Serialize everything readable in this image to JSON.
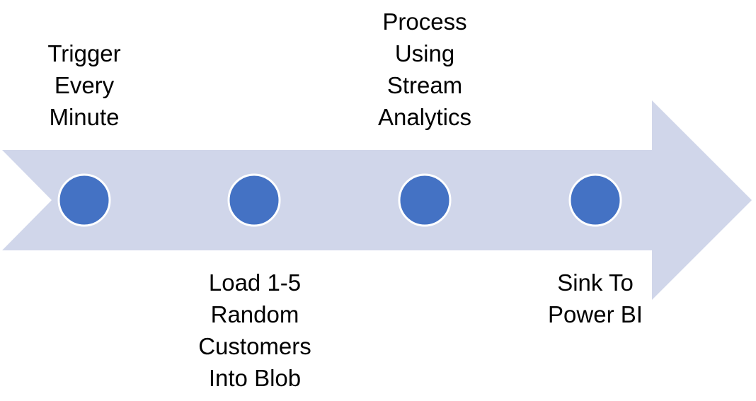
{
  "colors": {
    "arrow_fill": "#D0D6EA",
    "marker_fill": "#4472C4",
    "marker_stroke": "#FFFFFF",
    "text": "#000000"
  },
  "steps": [
    {
      "position": "above",
      "label_lines": [
        "Trigger",
        "Every",
        "Minute"
      ]
    },
    {
      "position": "below",
      "label_lines": [
        "Load 1-5",
        "Random",
        "Customers",
        "Into Blob"
      ]
    },
    {
      "position": "above",
      "label_lines": [
        "Process",
        "Using",
        "Stream",
        "Analytics"
      ]
    },
    {
      "position": "below",
      "label_lines": [
        "Sink To",
        "Power BI"
      ]
    }
  ]
}
